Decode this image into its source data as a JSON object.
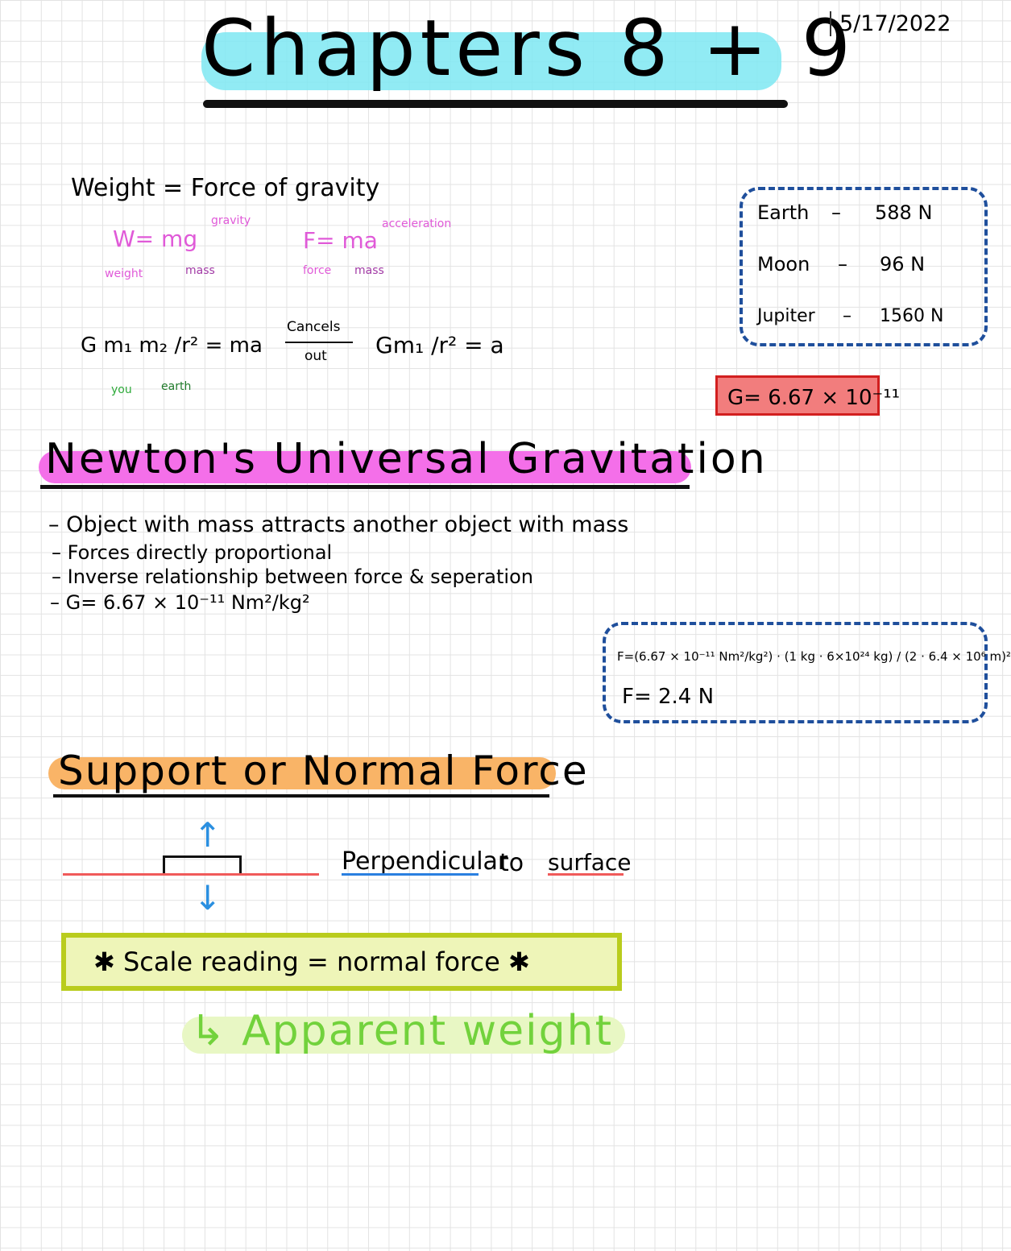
{
  "title": "Chapters 8 + 9",
  "date": "5/17/2022",
  "weight": {
    "definition": "Weight = Force  of  gravity",
    "w_formula": "W= mg",
    "w_sub_gravity": "gravity",
    "w_sub_weight": "weight",
    "w_sub_mass": "mass",
    "f_formula": "F= ma",
    "f_sub_acceleration": "acceleration",
    "f_sub_force": "force",
    "f_sub_mass": "mass",
    "grav_left": "G m₁ m₂ /r² = ma",
    "cancels": "Cancels",
    "out": "out",
    "grav_right": "Gm₁ /r² = a",
    "sub_you": "you",
    "sub_earth": "earth"
  },
  "planet_weights": [
    {
      "planet": "Earth",
      "value": "588  N"
    },
    {
      "planet": "Moon",
      "value": "96  N"
    },
    {
      "planet": "Jupiter",
      "value": "1560 N"
    }
  ],
  "g_constant": "G= 6.67 × 10⁻¹¹",
  "newton": {
    "heading": "Newton's Universal Gravitation",
    "bullets": [
      "– Object  with  mass  attracts  another  object  with  mass",
      "– Forces  directly  proportional",
      "– Inverse  relationship  between  force  &  seperation",
      "– G= 6.67 × 10⁻¹¹ Nm²/kg²"
    ]
  },
  "calc": {
    "line1": "F=(6.67 × 10⁻¹¹ Nm²/kg²) · (1 kg · 6×10²⁴ kg) / (2 · 6.4 × 10⁶ m)²",
    "line2": "F= 2.4  N"
  },
  "support": {
    "heading": "Support or Normal  Force",
    "perp_word": "Perpendicular",
    "to_word": "to",
    "surface_word": "surface",
    "arrow_up": "↑",
    "arrow_down": "↓",
    "scale": "✱ Scale  reading  =  normal  force  ✱",
    "apparent": "↳ Apparent  weight"
  }
}
